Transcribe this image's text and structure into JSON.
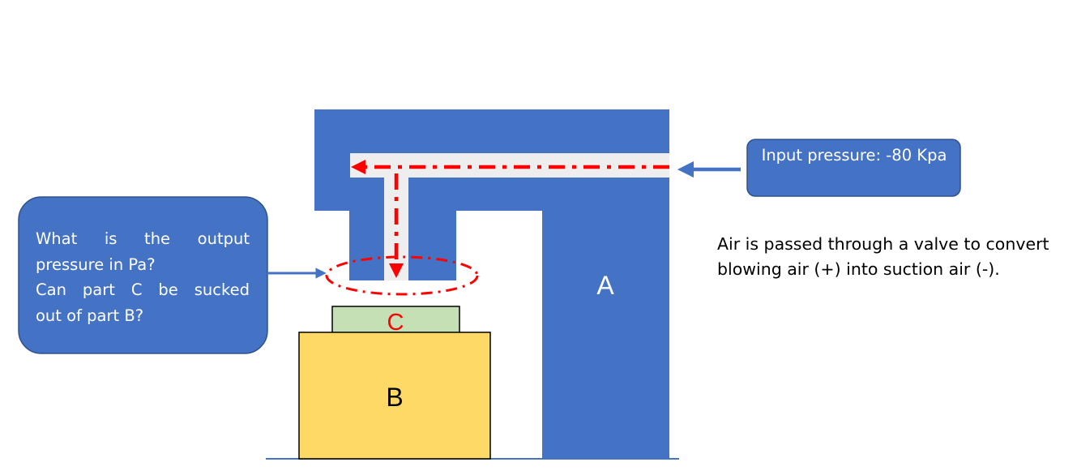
{
  "parts": {
    "a_label": "A",
    "b_label": "B",
    "c_label": "C"
  },
  "question": {
    "lines": [
      "What is the output",
      "pressure in Pa?",
      "Can part C be sucked",
      "out of part B?"
    ]
  },
  "input_pressure": {
    "text": "Input pressure: -80 Kpa"
  },
  "note": {
    "text": "Air is passed through a valve to convert blowing air (+) into suction air (-)."
  },
  "colors": {
    "block_blue": "#4472c4",
    "box_border": "#2f528f",
    "channel": "#eeeeee",
    "flow_red": "#ff0000",
    "part_b": "#ffd966",
    "part_c": "#c5e0b4",
    "outline": "#000000"
  }
}
